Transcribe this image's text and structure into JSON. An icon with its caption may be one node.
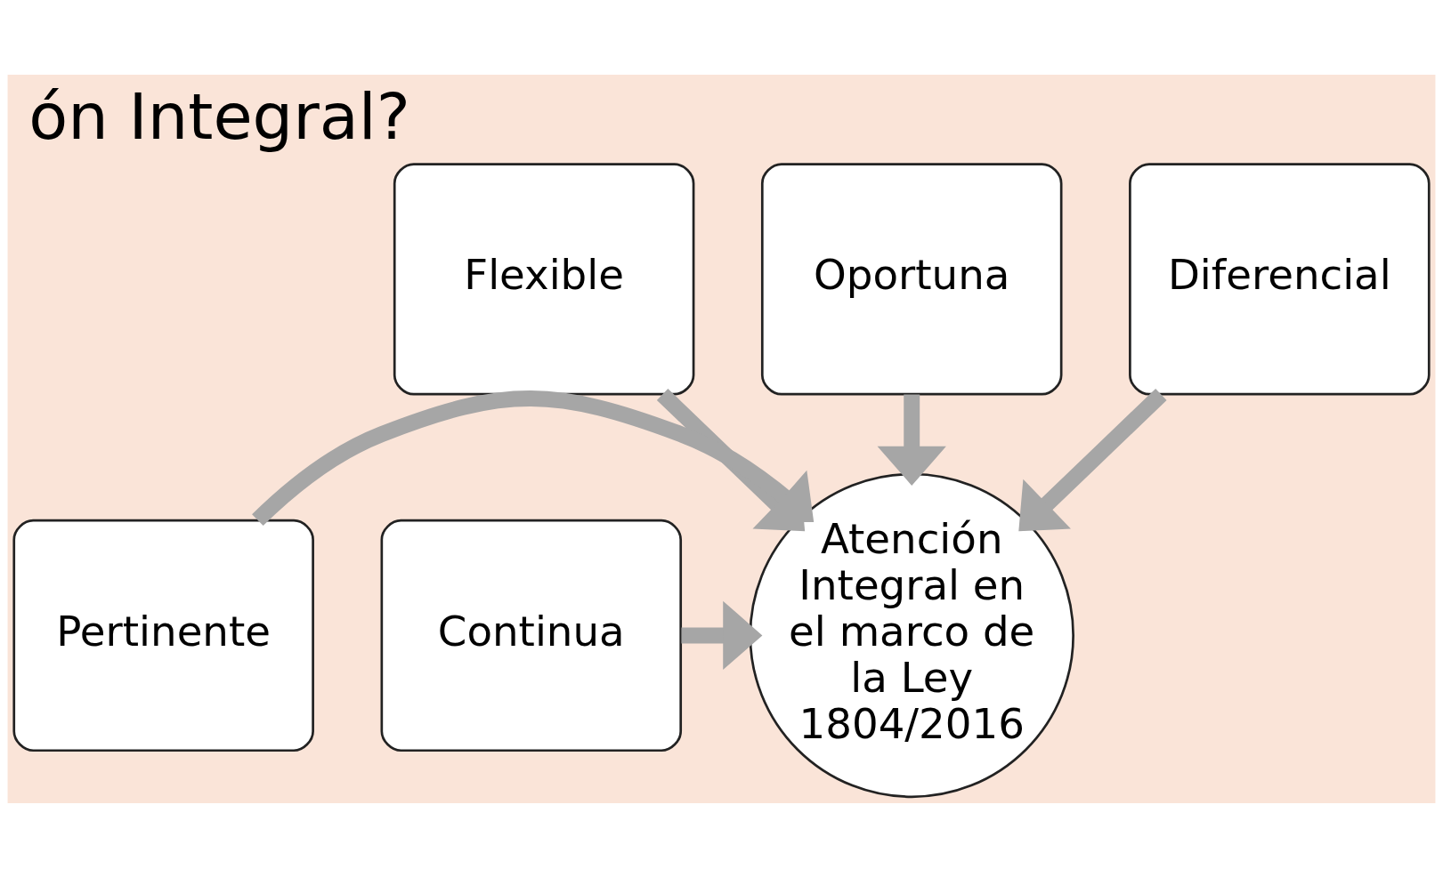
{
  "diagram": {
    "title": "ón Integral?",
    "nodes": [
      {
        "text": [
          "Flexible"
        ]
      },
      {
        "text": [
          "Oportuna"
        ]
      },
      {
        "text": [
          "Diferencial"
        ]
      },
      {
        "text": [
          "Pertinente"
        ]
      },
      {
        "text": [
          "Atención Integral en el marco de la Ley 1804/2016"
        ]
      },
      {
        "text": [
          "Continua"
        ]
      }
    ],
    "edges": [
      {
        "from": 0,
        "to": 4,
        "arrow": "to"
      },
      {
        "from": 1,
        "to": 4,
        "arrow": "to"
      },
      {
        "from": 2,
        "to": 4,
        "arrow": "to"
      },
      {
        "from": 3,
        "to": 4,
        "arrow": "to"
      },
      {
        "from": 5,
        "to": 4,
        "arrow": "to"
      }
    ]
  }
}
